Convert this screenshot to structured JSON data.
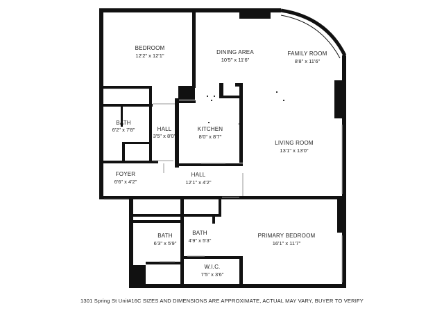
{
  "rooms": [
    {
      "key": "bedroom",
      "name": "BEDROOM",
      "dims": "12'2\" x 12'1\""
    },
    {
      "key": "dining_area",
      "name": "DINING AREA",
      "dims": "10'5\" x 11'6\""
    },
    {
      "key": "family_room",
      "name": "FAMILY ROOM",
      "dims": "8'8\" x 11'6\""
    },
    {
      "key": "bath_upper",
      "name": "BATH",
      "dims": "6'2\" x 7'8\""
    },
    {
      "key": "hall_upper",
      "name": "HALL",
      "dims": "3'5\" x 8'0\""
    },
    {
      "key": "kitchen",
      "name": "KITCHEN",
      "dims": "8'0\" x 8'7\""
    },
    {
      "key": "living_room",
      "name": "LIVING ROOM",
      "dims": "13'1\" x 13'0\""
    },
    {
      "key": "foyer",
      "name": "FOYER",
      "dims": "6'6\" x 4'2\""
    },
    {
      "key": "hall_lower",
      "name": "HALL",
      "dims": "12'1\" x 4'2\""
    },
    {
      "key": "bath_lower_left",
      "name": "BATH",
      "dims": "6'3\" x 5'9\""
    },
    {
      "key": "bath_lower_mid",
      "name": "BATH",
      "dims": "4'9\" x 5'3\""
    },
    {
      "key": "primary_bedroom",
      "name": "PRIMARY BEDROOM",
      "dims": "16'1\" x 11'7\""
    },
    {
      "key": "wic",
      "name": "W.I.C.",
      "dims": "7'5\" x 3'6\""
    }
  ],
  "footer": "1301 Spring St Unit#16C  SIZES AND DIMENSIONS ARE APPROXIMATE, ACTUAL MAY VARY, BUYER TO VERIFY"
}
